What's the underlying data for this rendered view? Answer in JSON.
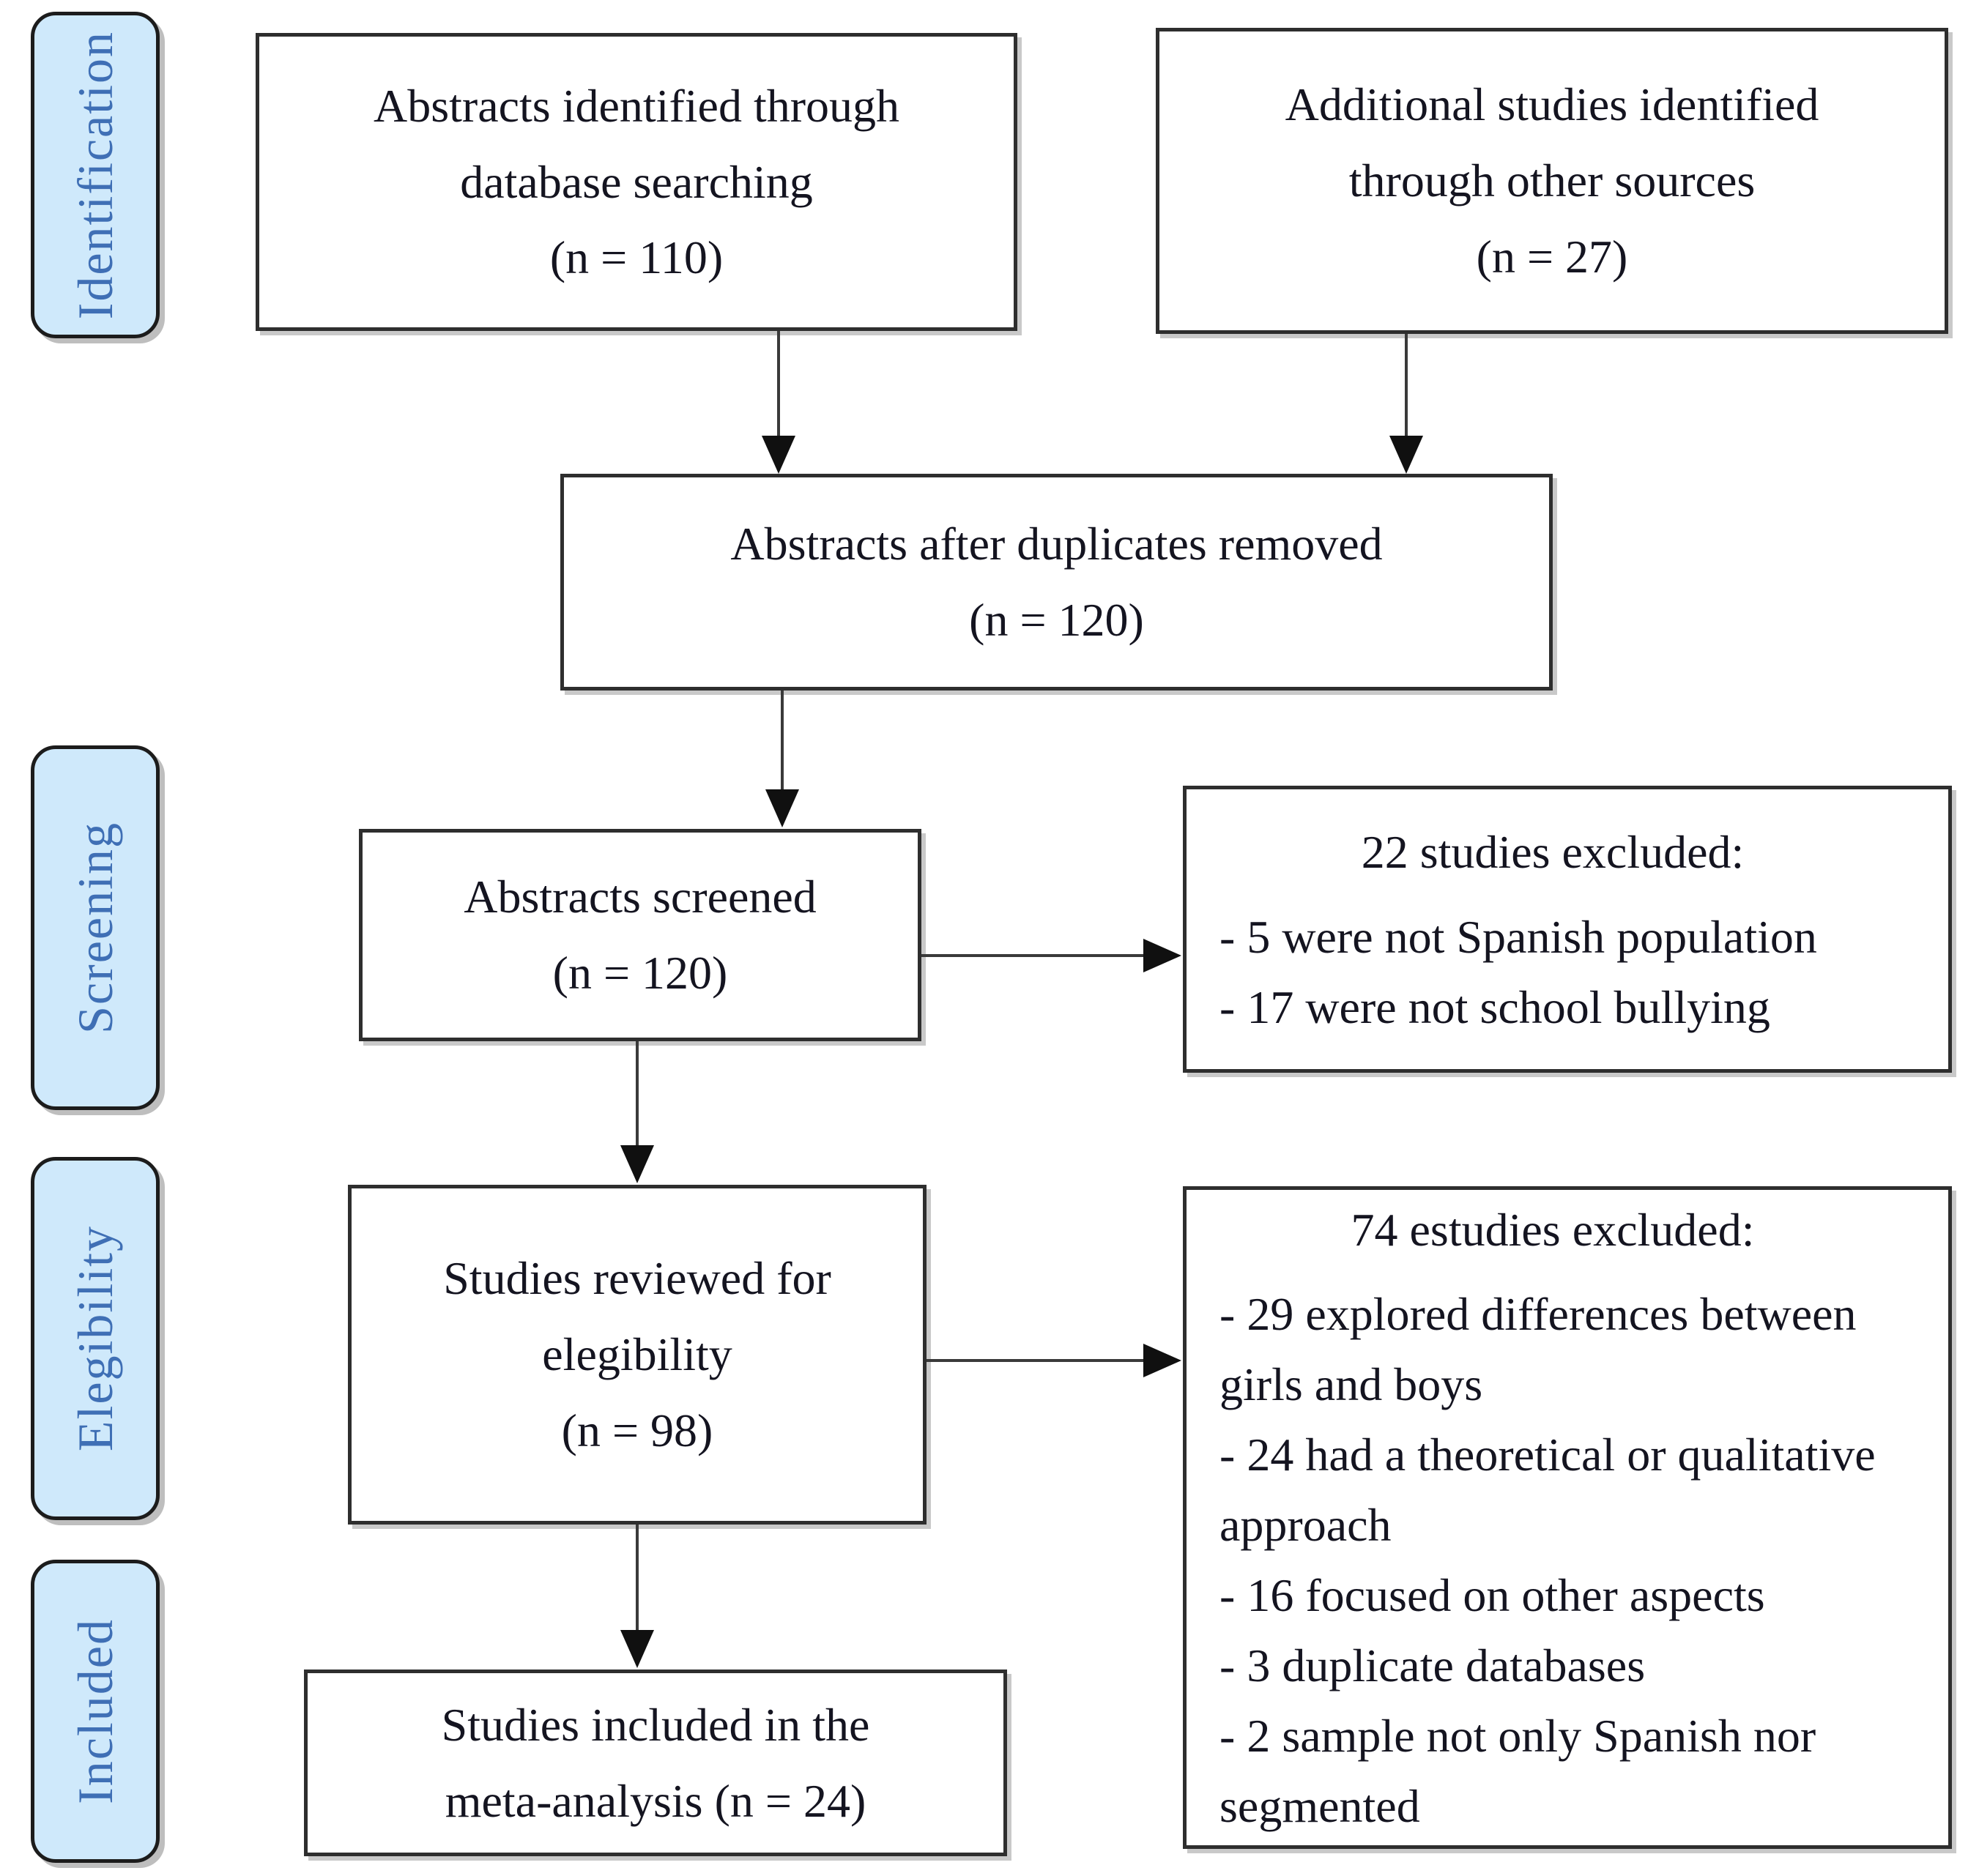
{
  "figure": {
    "type": "prisma-flow-diagram",
    "colors": {
      "stage_fill": "#cfe9fb",
      "stage_text": "#3f6fb5",
      "box_background": "#ffffff",
      "box_border": "#2e2e2e",
      "box_text": "#141420",
      "arrow": "#101010"
    }
  },
  "sidebar": {
    "stages": [
      {
        "label": "Identification"
      },
      {
        "label": "Screening"
      },
      {
        "label": "Elegibility"
      },
      {
        "label": "Included"
      }
    ]
  },
  "boxes": {
    "identified": {
      "lines": [
        "Abstracts identified through",
        "database searching",
        "(n = 110)"
      ]
    },
    "additional": {
      "lines": [
        "Additional studies identified",
        "through other sources",
        "(n = 27)"
      ]
    },
    "deduplicated": {
      "lines": [
        "Abstracts after duplicates removed",
        "(n = 120)"
      ]
    },
    "screened": {
      "lines": [
        "Abstracts screened",
        "(n = 120)"
      ]
    },
    "excluded_screening": {
      "title": "22 studies excluded:",
      "items": [
        "- 5 were not Spanish population",
        "- 17 were not school bullying"
      ]
    },
    "eligibility": {
      "lines": [
        "Studies reviewed for",
        "elegibility",
        "(n = 98)"
      ]
    },
    "excluded_eligibility": {
      "title": "74 estudies excluded:",
      "items": [
        "- 29 explored differences between girls and boys",
        "- 24 had a theoretical or qualitative approach",
        "- 16 focused on other aspects",
        "- 3 duplicate databases",
        "- 2 sample not only Spanish nor segmented"
      ]
    },
    "included": {
      "lines": [
        "Studies included in the",
        "meta-analysis (n = 24)"
      ]
    }
  }
}
